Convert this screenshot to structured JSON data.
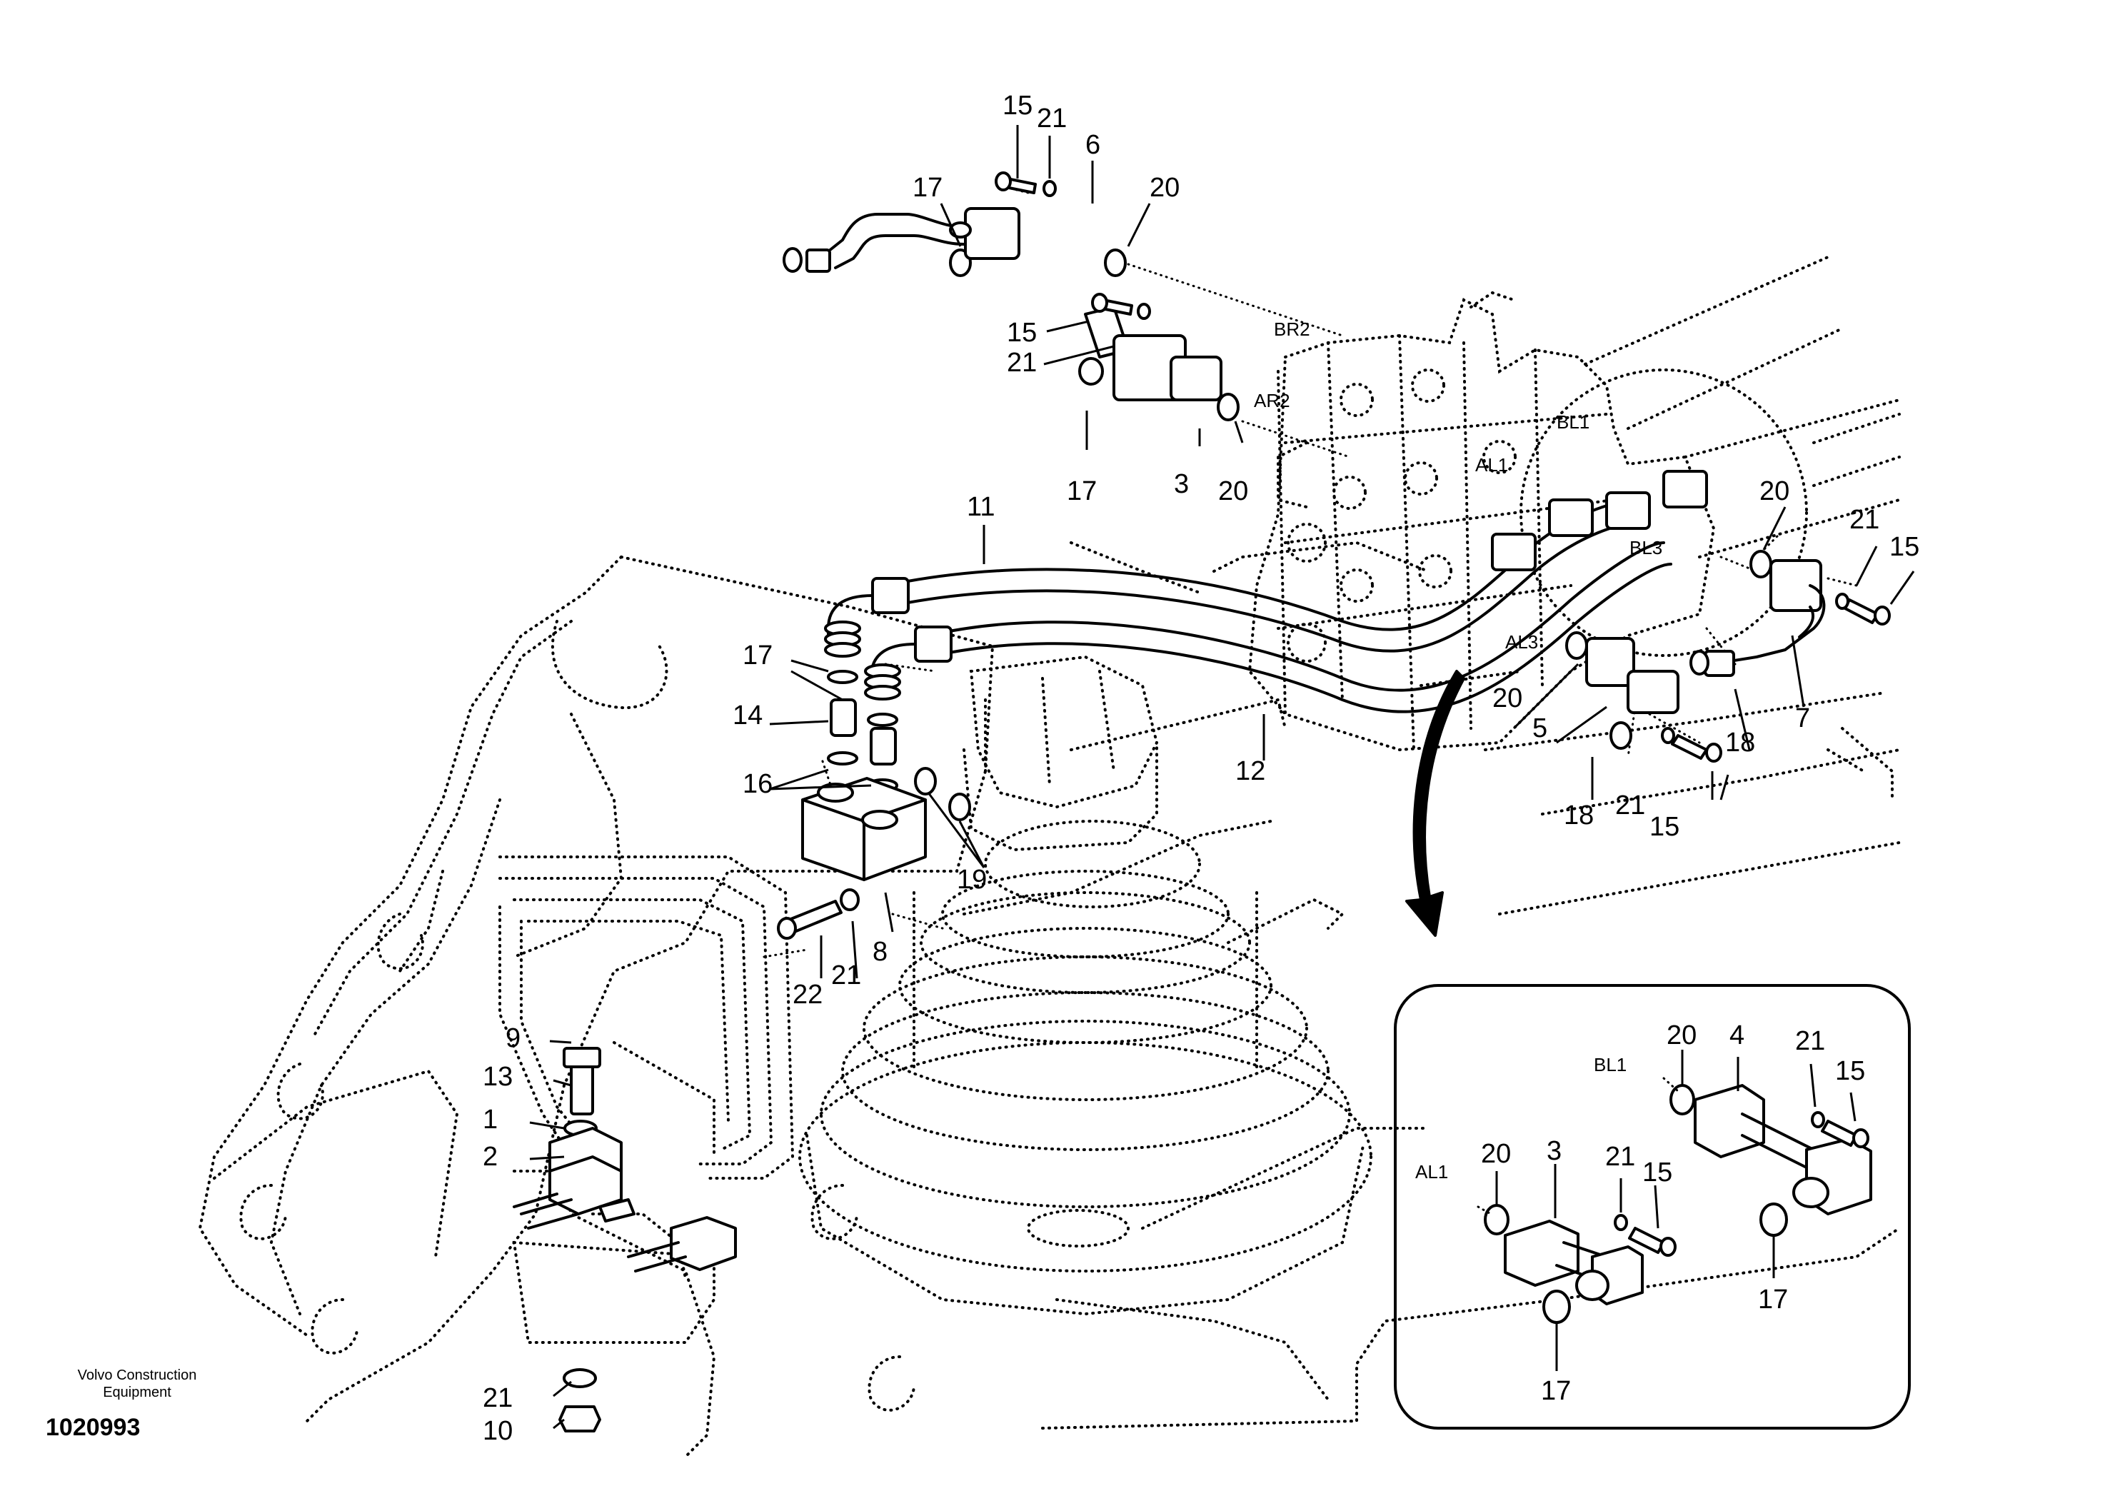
{
  "publisher": {
    "name_line1": "Volvo Construction",
    "name_line2": "Equipment"
  },
  "drawing_number": "1020993",
  "callouts": {
    "c15a": "15",
    "c21a": "21",
    "c6": "6",
    "c17a": "17",
    "c20a": "20",
    "c15b": "15",
    "c21b": "21",
    "c17b": "17",
    "c3": "3",
    "c20b": "20",
    "c11": "11",
    "c17c": "17",
    "c14": "14",
    "c16": "16",
    "c19": "19",
    "c22": "22",
    "c21c": "21",
    "c8": "8",
    "c12": "12",
    "c20c": "20",
    "c21d": "21",
    "c15c": "15",
    "c7": "7",
    "c18a": "18",
    "c20d": "20",
    "c5": "5",
    "c18b": "18",
    "c21e": "21",
    "c15d": "15",
    "c9": "9",
    "c13": "13",
    "c1": "1",
    "c2": "2",
    "c21f": "21",
    "c10": "10",
    "d20a": "20",
    "d4": "4",
    "d21a": "21",
    "d15a": "15",
    "d20b": "20",
    "d3": "3",
    "d21b": "21",
    "d15b": "15",
    "d17a": "17",
    "d17b": "17"
  },
  "ports": {
    "br2": "BR2",
    "ar2": "AR2",
    "bl1": "BL1",
    "al1": "AL1",
    "bl3": "BL3",
    "al3": "AL3",
    "detail_bl1": "BL1",
    "detail_al1": "AL1"
  }
}
